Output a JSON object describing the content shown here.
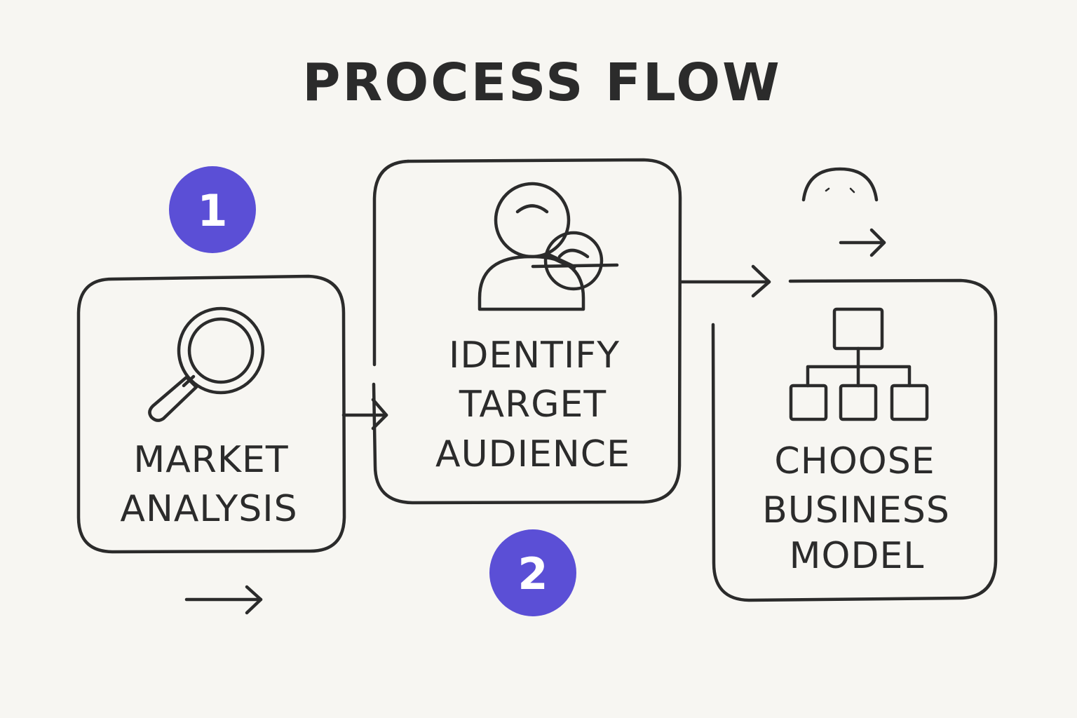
{
  "title": "PROCESS FLOW",
  "colors": {
    "accent": "#5b4fd6",
    "ink": "#2b2b2b",
    "background": "#f7f6f2"
  },
  "steps": [
    {
      "badge": "1",
      "icon": "magnifier-icon",
      "label_lines": [
        "MARKET",
        "ANALYSIS"
      ]
    },
    {
      "badge": "2",
      "icon": "target-person-icon",
      "label_lines": [
        "IDENTIFY",
        "TARGET",
        "AUDIENCE"
      ]
    },
    {
      "icon": "org-chart-icon",
      "label_lines": [
        "CHOOSE",
        "BUSINESS",
        "MODEL"
      ]
    }
  ]
}
